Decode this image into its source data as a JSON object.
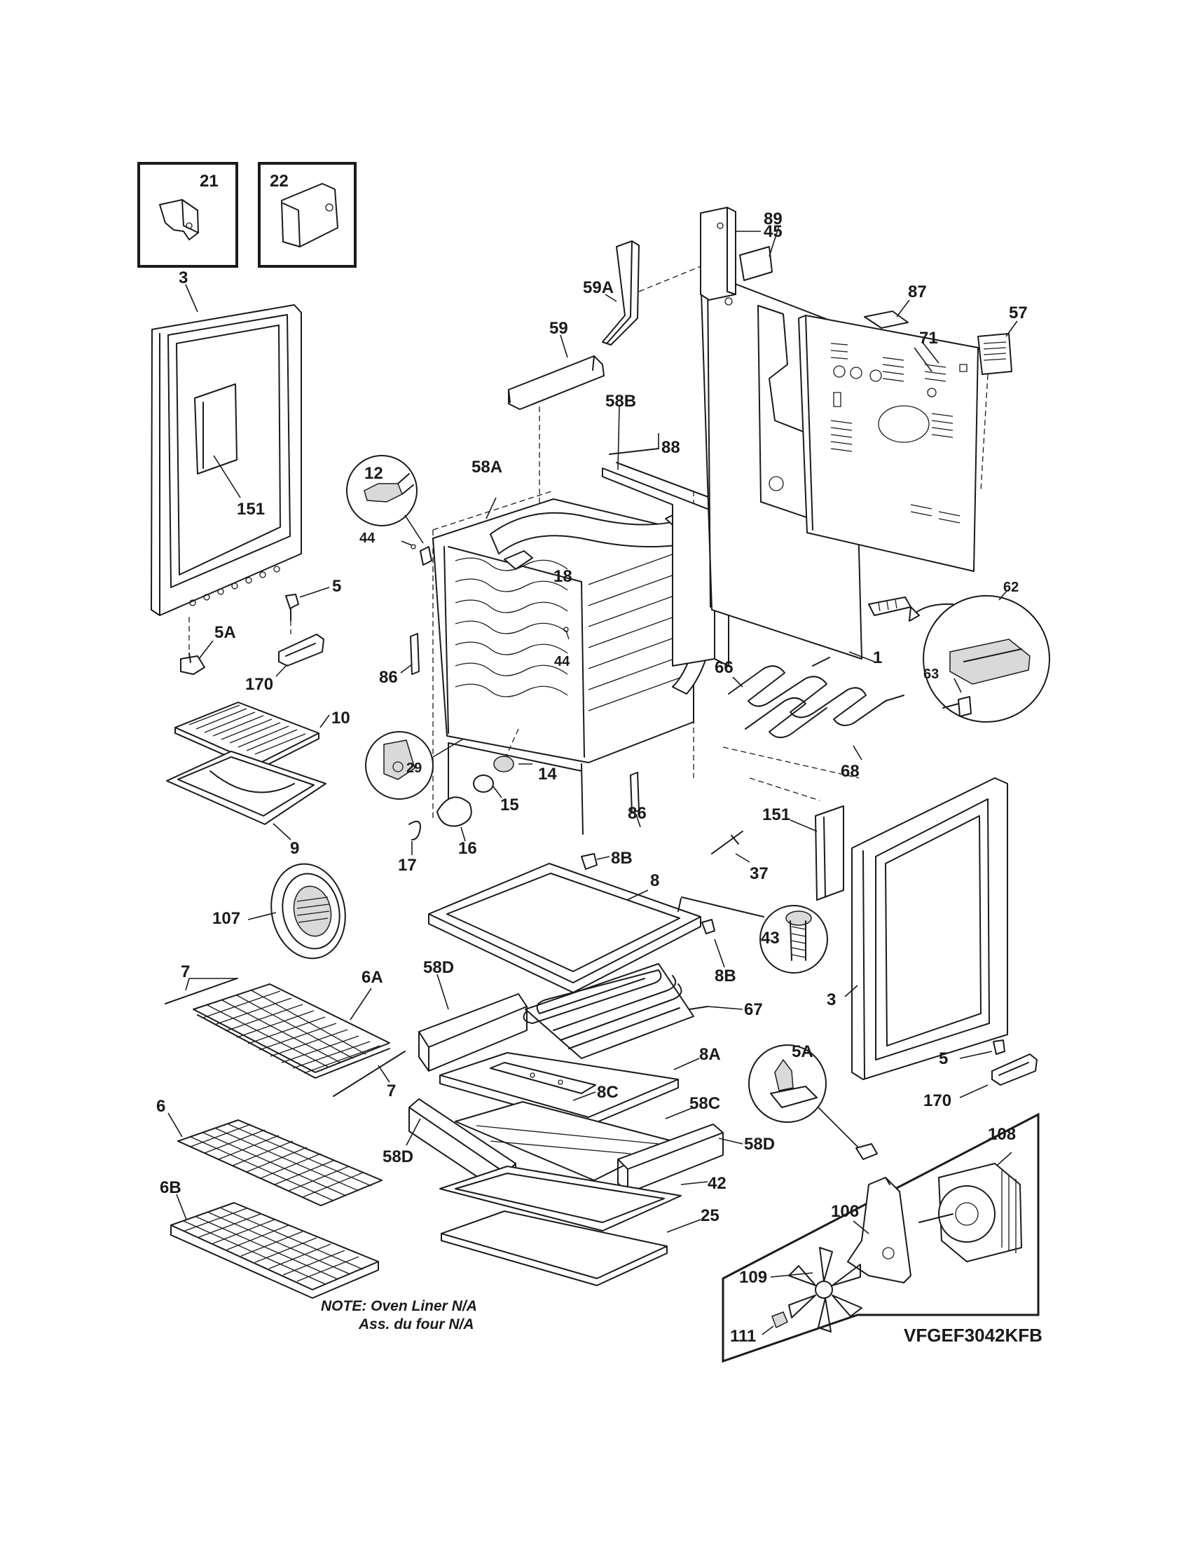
{
  "diagram": {
    "model_number": "VFGEF3042KFB",
    "note": {
      "line1": "NOTE: Oven Liner N/A",
      "line2": "Ass. du four N/A"
    },
    "callouts": {
      "p21": "21",
      "p22": "22",
      "p45": "45",
      "p59a": "59A",
      "p87": "87",
      "p57": "57",
      "p89": "89",
      "p59": "59",
      "p71": "71",
      "p3_left": "3",
      "p58b": "58B",
      "p88": "88",
      "p12": "12",
      "p58a": "58A",
      "p151_door": "151",
      "p44_top": "44",
      "p18": "18",
      "p5_top": "5",
      "p62": "62",
      "p1": "1",
      "p5a_top": "5A",
      "p63": "63",
      "p44_mid": "44",
      "p86_left": "86",
      "p170_top": "170",
      "p66": "66",
      "p10": "10",
      "p29": "29",
      "p14": "14",
      "p68": "68",
      "p15": "15",
      "p9": "9",
      "p16": "16",
      "p86_right": "86",
      "p151_side": "151",
      "p17": "17",
      "p8b_top": "8B",
      "p37": "37",
      "p8": "8",
      "p107": "107",
      "p43": "43",
      "p3_right": "3",
      "p7_top": "7",
      "p6a": "6A",
      "p8b_bot": "8B",
      "p58d_top": "58D",
      "p67": "67",
      "p5a_bot": "5A",
      "p8a": "8A",
      "p5_bot": "5",
      "p7_bot": "7",
      "p8c": "8C",
      "p58c": "58C",
      "p6": "6",
      "p170_bot": "170",
      "p108": "108",
      "p58d_left": "58D",
      "p58d_right": "58D",
      "p6b": "6B",
      "p42": "42",
      "p106": "106",
      "p25": "25",
      "p109": "109",
      "p111": "111"
    }
  }
}
